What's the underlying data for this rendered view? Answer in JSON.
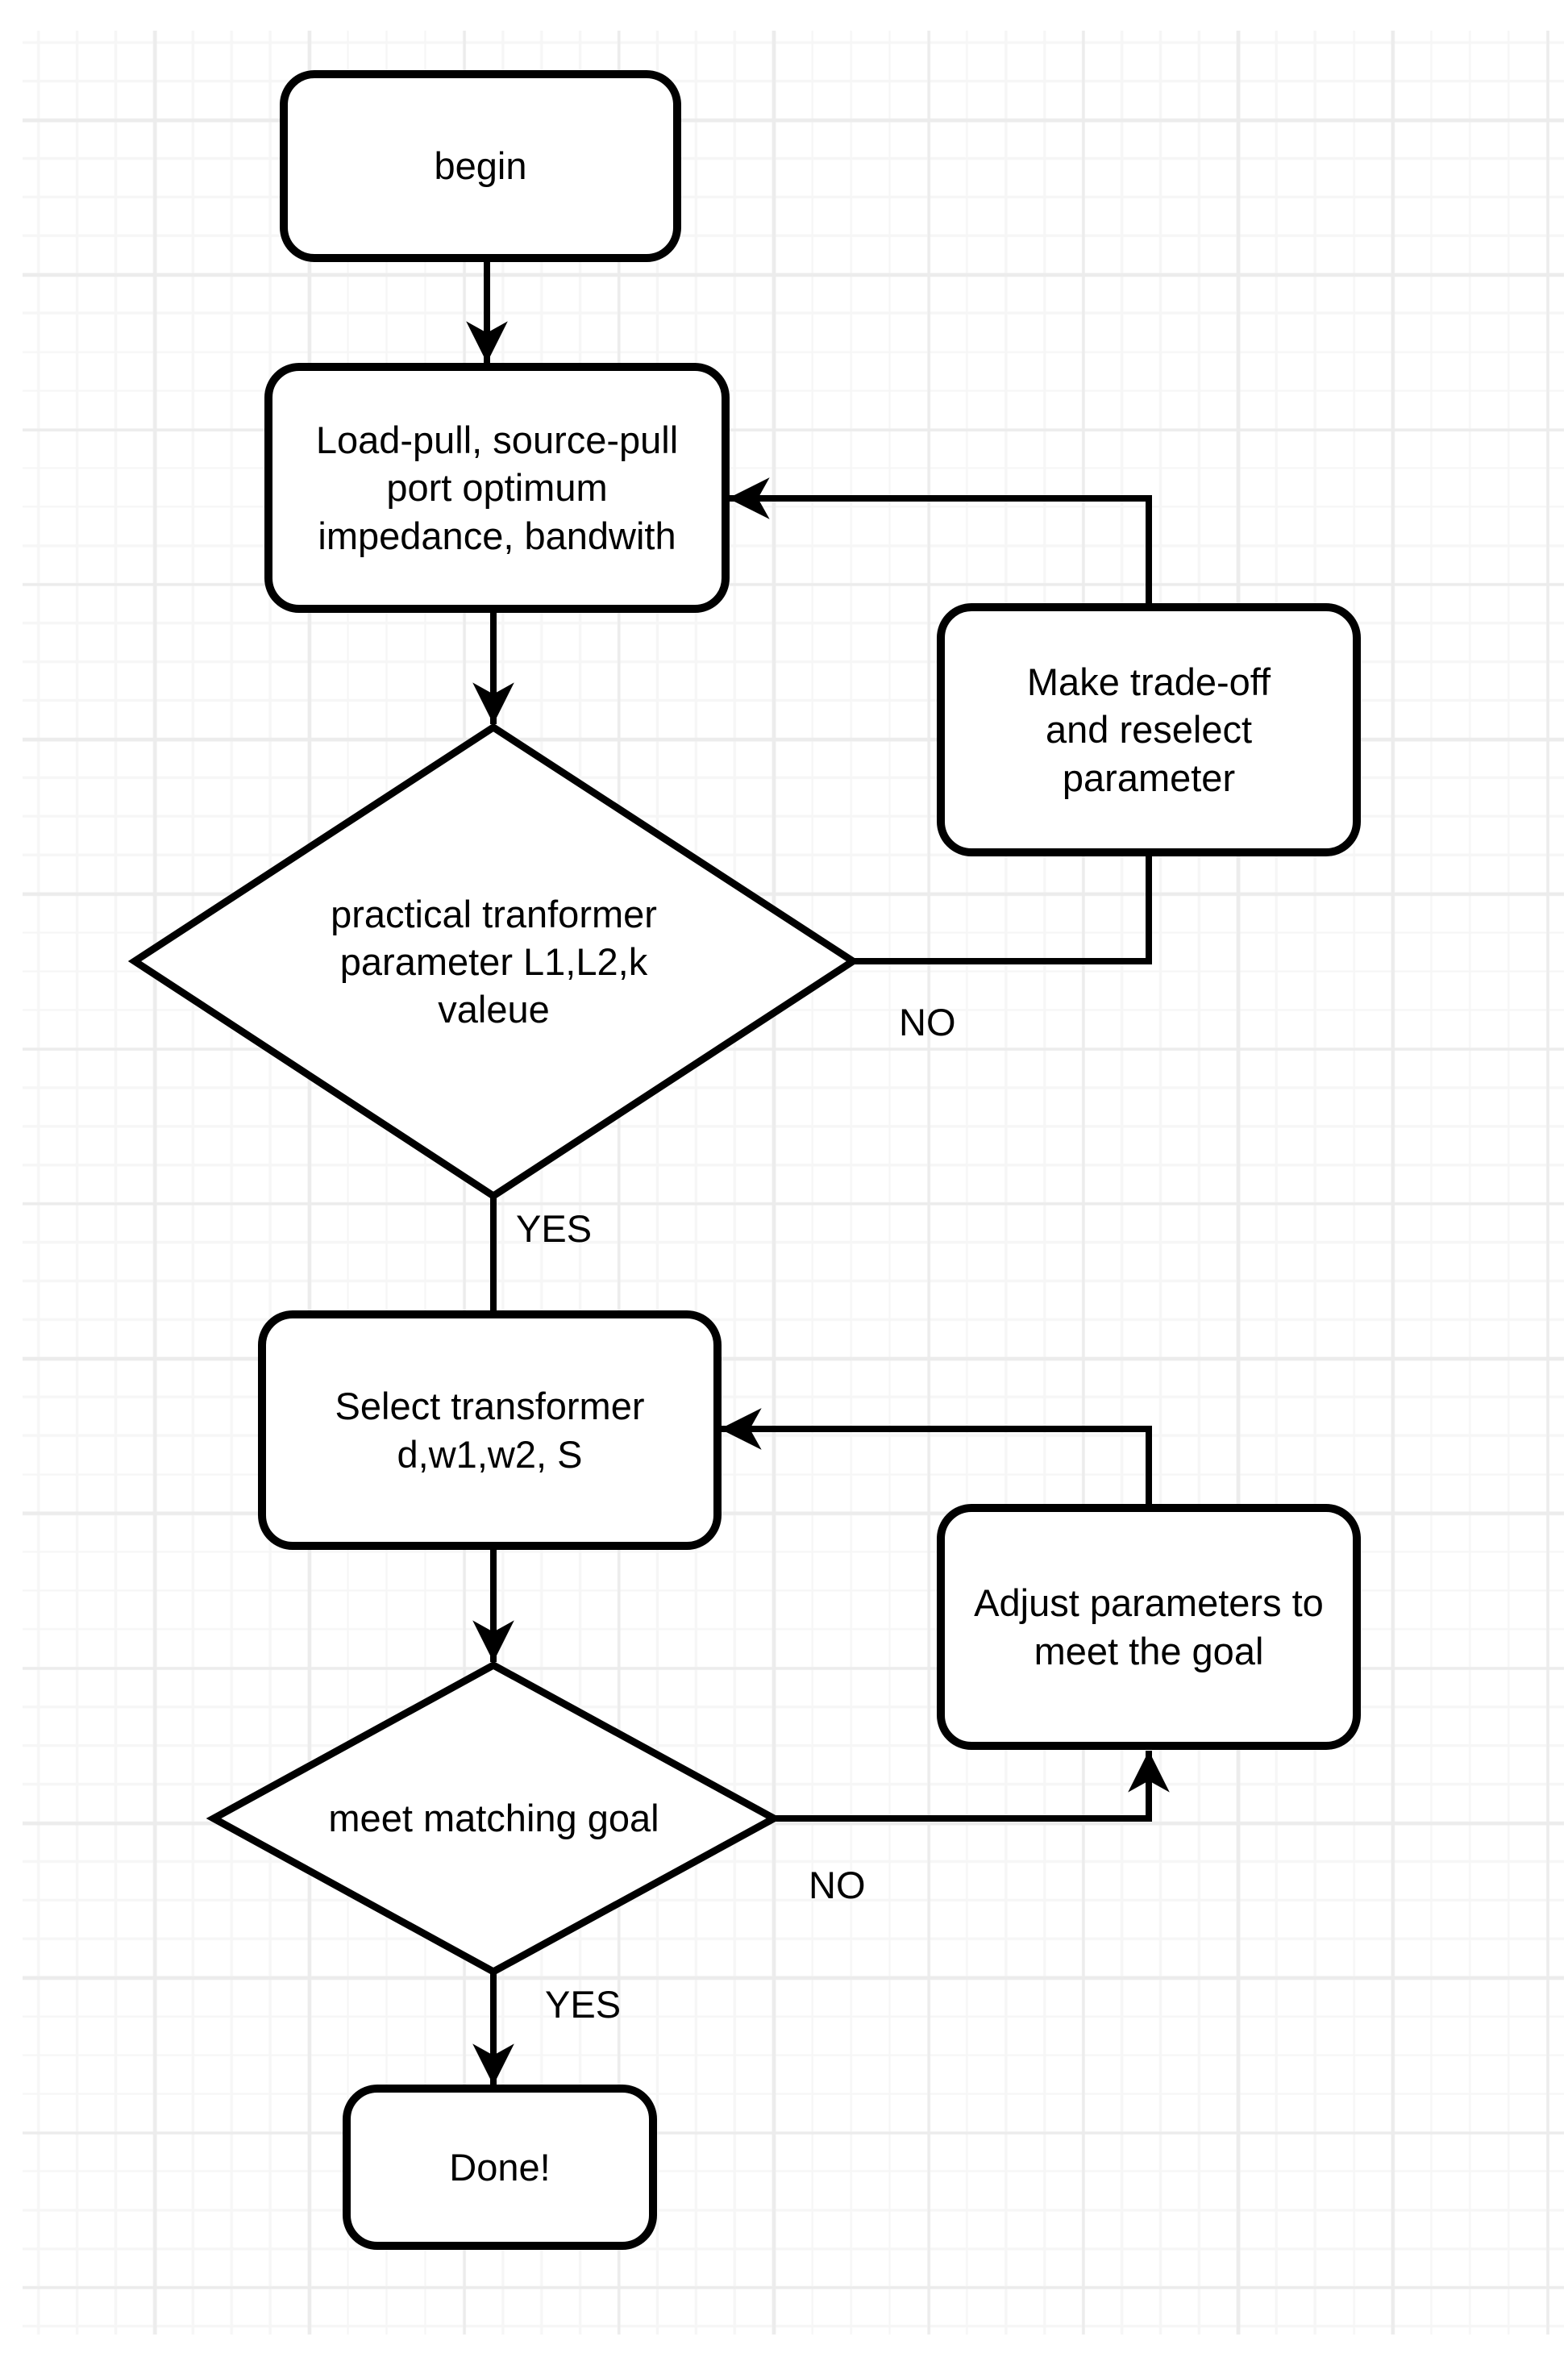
{
  "diagram": {
    "type": "flowchart",
    "background": "grid-paper",
    "nodes": {
      "begin": {
        "shape": "rounded-rect",
        "label": "begin"
      },
      "load_pull": {
        "shape": "rounded-rect",
        "label": "Load-pull, source-pull\nport optimum\nimpedance, bandwith"
      },
      "trade_off": {
        "shape": "rounded-rect",
        "label": "Make trade-off\nand reselect\nparameter"
      },
      "decision_transformer_params": {
        "shape": "diamond",
        "label": "practical tranformer\nparameter L1,L2,k\nvaleue"
      },
      "select_transformer": {
        "shape": "rounded-rect",
        "label": "Select transformer\nd,w1,w2, S"
      },
      "adjust_parameters": {
        "shape": "rounded-rect",
        "label": "Adjust parameters to\nmeet the goal"
      },
      "decision_matching_goal": {
        "shape": "diamond",
        "label": "meet matching goal"
      },
      "done": {
        "shape": "rounded-rect",
        "label": "Done!"
      }
    },
    "edge_labels": {
      "no1": "NO",
      "yes1": "YES",
      "no2": "NO",
      "yes2": "YES"
    },
    "edges": [
      {
        "from": "begin",
        "to": "load_pull",
        "label": ""
      },
      {
        "from": "load_pull",
        "to": "decision_transformer_params",
        "label": ""
      },
      {
        "from": "decision_transformer_params",
        "to": "trade_off",
        "label": "NO"
      },
      {
        "from": "trade_off",
        "to": "load_pull",
        "label": ""
      },
      {
        "from": "decision_transformer_params",
        "to": "select_transformer",
        "label": "YES"
      },
      {
        "from": "select_transformer",
        "to": "decision_matching_goal",
        "label": ""
      },
      {
        "from": "decision_matching_goal",
        "to": "adjust_parameters",
        "label": "NO"
      },
      {
        "from": "adjust_parameters",
        "to": "select_transformer",
        "label": ""
      },
      {
        "from": "decision_matching_goal",
        "to": "done",
        "label": "YES"
      }
    ],
    "colors": {
      "stroke": "#000000",
      "node_fill": "#ffffff",
      "canvas_bg": "#ffffff",
      "grid_minor": "#f6f6f6",
      "grid_major": "#ececec",
      "text": "#000000"
    }
  }
}
